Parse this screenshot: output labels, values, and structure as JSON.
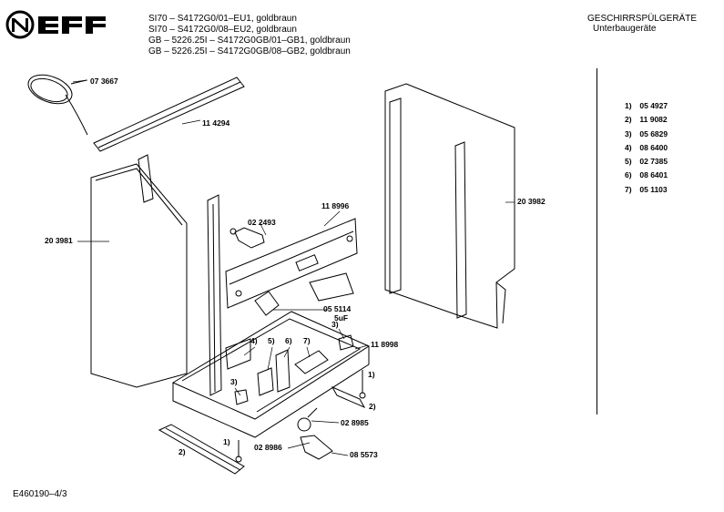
{
  "brand": "NEFF",
  "header": {
    "lines": [
      "SI70 – S4172G0/01–EU1, goldbraun",
      "SI70 – S4172G0/08–EU2, goldbraun",
      "GB – 5226.25I – S4172G0GB/01–GB1, goldbraun",
      "GB – 5226.25I – S4172G0GB/08–GB2, goldbraun"
    ],
    "category": "GESCHIRRSPÜLGERÄTE",
    "subcategory": "Unterbaugeräte"
  },
  "part_labels": [
    "07 3667",
    "11 4294",
    "20 3981",
    "11 8996",
    "02 2493",
    "20 3982",
    "05 5114",
    "5uF",
    "3)",
    "4)",
    "5)",
    "6)",
    "7)",
    "11 8998",
    "1)",
    "3)",
    "2)",
    "02 8985",
    "1)",
    "2)",
    "02 8986",
    "08 5573"
  ],
  "legend": [
    {
      "key": "1)",
      "value": "05 4927"
    },
    {
      "key": "2)",
      "value": "11 9082"
    },
    {
      "key": "3)",
      "value": "05 6829"
    },
    {
      "key": "4)",
      "value": "08 6400"
    },
    {
      "key": "5)",
      "value": "02 7385"
    },
    {
      "key": "6)",
      "value": "08 6401"
    },
    {
      "key": "7)",
      "value": "05 1103"
    }
  ],
  "footer": "E460190–4/3"
}
